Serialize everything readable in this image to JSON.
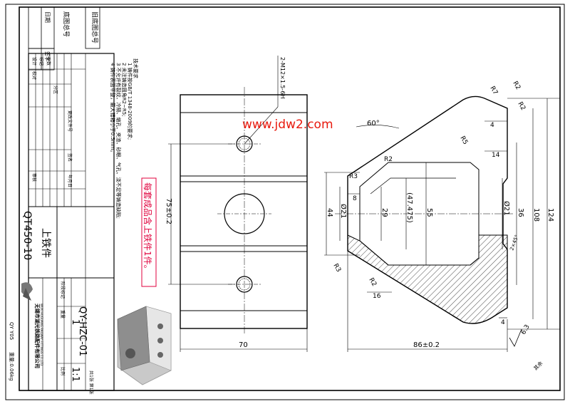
{
  "watermark": "www.jdw2.com",
  "note_red": "每套成品含上铁件1件。",
  "tech_req": {
    "title": "技术要求",
    "items": [
      "1 铸件按GB/T 1348-2009的要求;",
      "2 未注铸造圆角R2~R5;",
      "3 不允许有裂纹、冷隔、缩孔、夹渣、砂眼、气孔、浇不足等铸造缺陷;",
      "4 铸件表面平整，最大错箱小于0.5mm。"
    ]
  },
  "title_block": {
    "part_name": "上铁件",
    "drawing_no": "QY-HZC-01",
    "material": "QT450-10",
    "scale": "1:1",
    "quantity": "1",
    "sheet_label": "共1张 第1张",
    "company": "无锡市湖光铁路配件有限公司",
    "company_en": "WUXI HUGUANG RAILWAY FITTINGS CO.,LTD",
    "mass": "重量:0.06kg",
    "spec_ref": "QY Y05",
    "left_labels": [
      "旧底图总号",
      "底图总号",
      "日期",
      "签字"
    ],
    "rev_labels": [
      "标记",
      "处数",
      "分区",
      "更改文件号",
      "签名",
      "年月日"
    ],
    "role_labels": [
      "设计",
      "校对",
      "审核",
      "工艺",
      "标准化",
      "批准"
    ],
    "stage_labels": [
      "阶段标记",
      "重量",
      "比例"
    ]
  },
  "callout_thread": "2-M12×1.5-6H",
  "dimensions": {
    "angle": "60°",
    "r7": "R7",
    "r2_top": "R2",
    "r2_side": "R2",
    "r5": "R5",
    "r3_a": "R3",
    "r2_mid": "R2",
    "r3_b": "R3",
    "r2_low": "R2",
    "d4_top": "4",
    "d14": "14",
    "d8": "8",
    "d44": "44",
    "d21_left": "Ø21",
    "d29": "29",
    "d47": "(47.475)",
    "d55": "55",
    "d21_right": "Ø21",
    "d36": "36",
    "d108": "108",
    "d124": "124",
    "d16": "16",
    "d4_bottom": "4",
    "chamfer": "2×45°",
    "d86": "86±0.2",
    "d75": "75±0.2",
    "d70": "70",
    "roughness": "6.3",
    "roughness_all": "其余"
  }
}
